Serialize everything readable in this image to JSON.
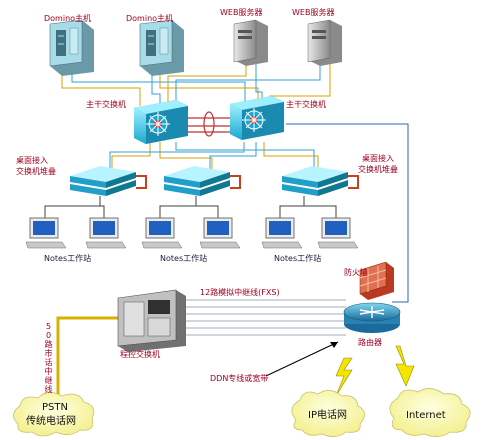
{
  "servers": {
    "domino_1": "Domino主机",
    "domino_2": "Domino主机",
    "web_1": "WEB服务器",
    "web_2": "WEB服务器"
  },
  "core": {
    "left_label": "主干交换机",
    "right_label": "主干交换机"
  },
  "stacks": {
    "left_label_line1": "桌面接入",
    "left_label_line2": "交换机堆叠",
    "right_label_line1": "桌面接入",
    "right_label_line2": "交换机堆叠"
  },
  "workstations": {
    "group_1": "Notes工作站",
    "group_2": "Notes工作站",
    "group_3": "Notes工作站"
  },
  "firewall_label": "防火墙",
  "trunk_label": "12路模拟中继线(FXS)",
  "router_label": "路由器",
  "pbx_label": "程控交换机",
  "side_trunk_label": "50路市话中继线",
  "ddn_label": "DDN专线或宽带",
  "clouds": {
    "pstn_line1": "PSTN",
    "pstn_line2": "传统电话网",
    "ip_phone": "IP电话网",
    "internet": "Internet"
  }
}
